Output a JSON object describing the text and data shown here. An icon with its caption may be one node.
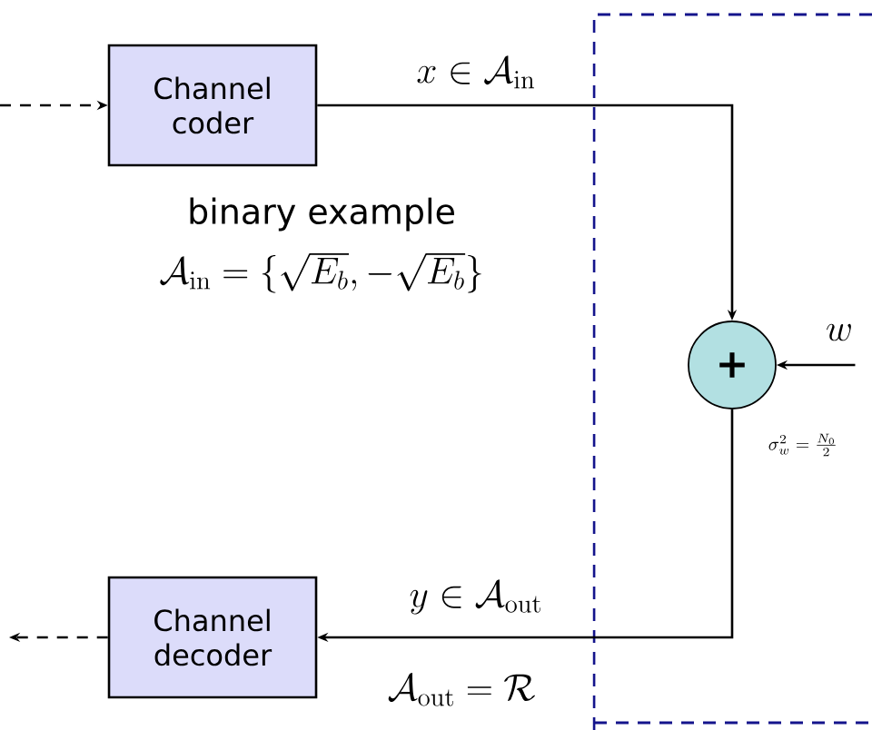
{
  "diagram": {
    "nodes": [
      {
        "text": [
          "Channel coder"
        ]
      },
      {
        "text": [
          "Channel decoder"
        ]
      },
      {
        "text": [
          "+"
        ]
      },
      {
        "text": [
          "w"
        ]
      }
    ],
    "edges": [
      {
        "from": null,
        "to": 0,
        "arrow": "to",
        "style": "dashed"
      },
      {
        "from": 0,
        "to": 2,
        "arrow": "to",
        "label": "x \\in \\mathcal{A}_{\\mathrm{in}}"
      },
      {
        "from": 2,
        "to": 1,
        "arrow": "to",
        "label": "y \\in \\mathcal{A}_{\\mathrm{out}}"
      },
      {
        "from": 1,
        "to": null,
        "arrow": "to",
        "style": "dashed"
      },
      {
        "from": 3,
        "to": 2,
        "arrow": "to"
      }
    ],
    "labels": [
      "binary example",
      "\\mathcal{A}_{\\mathrm{in}} = \\{\\sqrt{E_b}, -\\sqrt{E_b}\\}",
      "\\sigma_w^2 = \\frac{N_0}{2}",
      "\\mathcal{A}_{\\mathrm{out}} = \\mathcal{R}"
    ]
  }
}
